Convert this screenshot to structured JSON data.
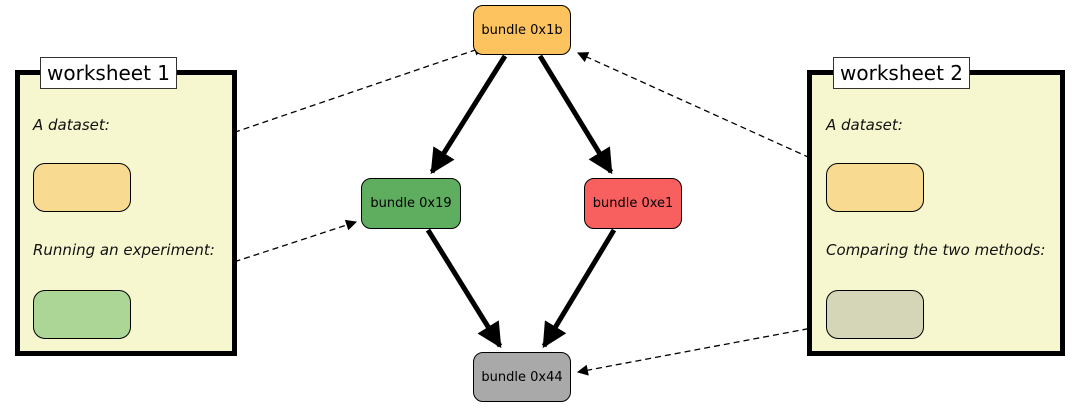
{
  "worksheets": [
    {
      "title": "worksheet 1",
      "items": [
        {
          "label": "A dataset:",
          "color": "#f8db90"
        },
        {
          "label": "Running an experiment:",
          "color": "#acd696"
        }
      ]
    },
    {
      "title": "worksheet 2",
      "items": [
        {
          "label": "A dataset:",
          "color": "#f8db90"
        },
        {
          "label": "Comparing the two methods:",
          "color": "#d4d6b7"
        }
      ]
    }
  ],
  "bundles": {
    "top": {
      "label": "bundle 0x1b",
      "color": "#fcc35f"
    },
    "left": {
      "label": "bundle 0x19",
      "color": "#5fad5f"
    },
    "right": {
      "label": "bundle 0xe1",
      "color": "#f86060"
    },
    "bottom": {
      "label": "bundle 0x44",
      "color": "#a9a9a9"
    }
  },
  "colors": {
    "worksheet_fill": "#f6f7cf",
    "stroke": "#000000"
  }
}
